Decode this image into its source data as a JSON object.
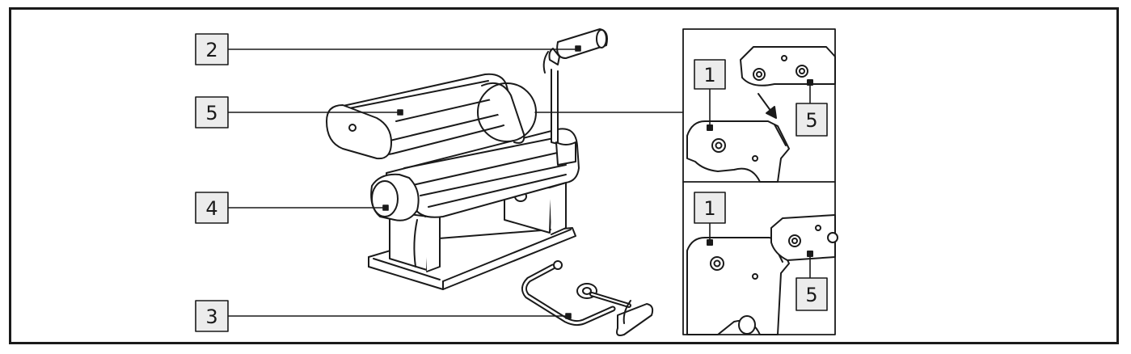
{
  "diagram": {
    "callouts": {
      "handle": "2",
      "cover": "5",
      "knob": "4",
      "clamp": "3"
    },
    "detail_top": {
      "part_a": "1",
      "part_b": "5"
    },
    "detail_bottom": {
      "part_a": "1",
      "part_b": "5"
    }
  },
  "colors": {
    "stroke": "#1a1a1a",
    "label_box": "#ececec",
    "background": "#ffffff"
  }
}
